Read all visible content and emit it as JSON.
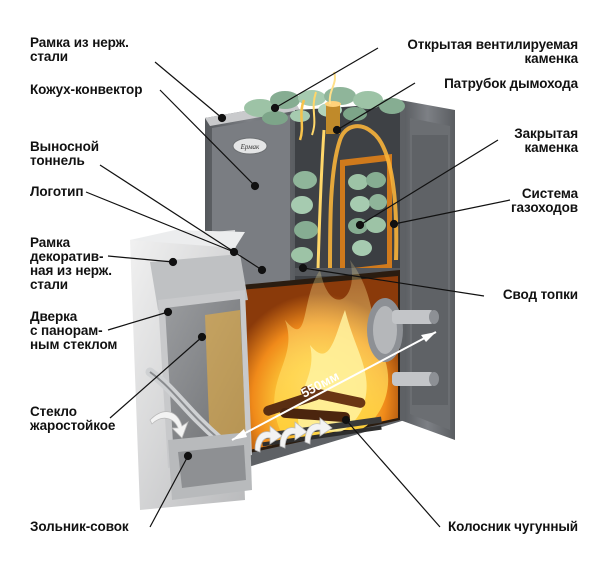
{
  "labels": {
    "frame_steel": "Рамка из нерж.\nстали",
    "casing_convector": "Кожух-конвектор",
    "tunnel": "Выносной\nтоннель",
    "logo_label": "Логотип",
    "frame_decor": "Рамка\nдекоратив-\nная из нерж.\nстали",
    "door": "Дверка\nс панорам-\nным стеклом",
    "glass": "Стекло\nжаростойкое",
    "ash_pan": "Зольник-совок",
    "open_heater": "Открытая вентилируемая\nкаменка",
    "chimney_pipe": "Патрубок дымохода",
    "closed_heater": "Закрытая\nкаменка",
    "gas_system": "Система\nгазоходов",
    "firebox_vault": "Свод топки",
    "grate": "Колосник чугунный"
  },
  "brand_logo_text": "Ермак",
  "dimension_label": "550мм",
  "colors": {
    "body_steel": "#6f7276",
    "body_dark": "#4a4d51",
    "stone_green": "#8fb59a",
    "fire_orange": "#f5a623",
    "fire_yellow": "#ffe066",
    "frame_light": "#d9dadb",
    "line": "#111111"
  }
}
